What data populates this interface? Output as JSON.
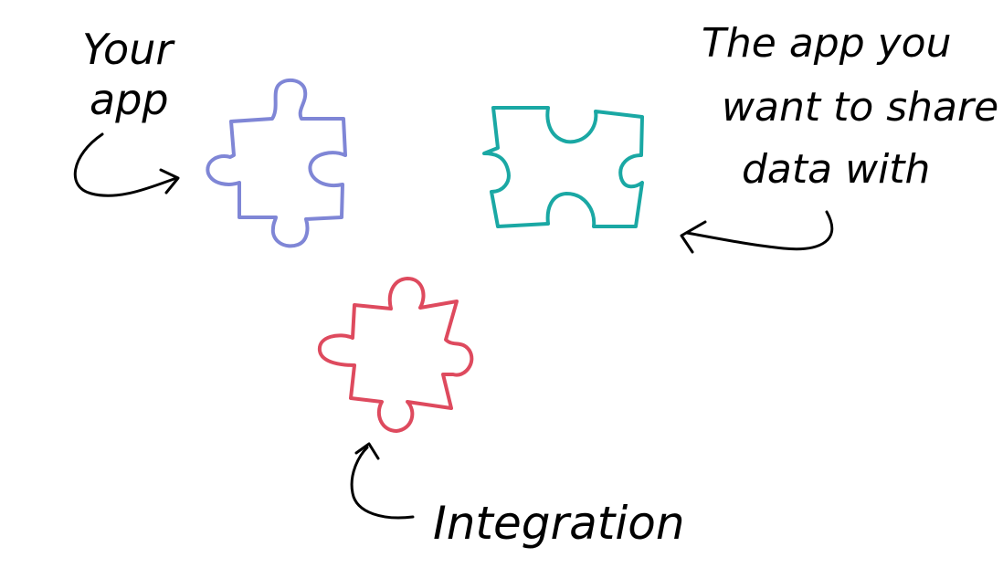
{
  "labels": {
    "your_app_line1": "Your",
    "your_app_line2": "app",
    "other_app_line1": "The app you",
    "other_app_line2": "want to share",
    "other_app_line3": "data with",
    "integration": "Integration"
  },
  "colors": {
    "your_app_piece": "#7f86d6",
    "other_app_piece": "#1aa8a4",
    "integration_piece": "#de4a5e",
    "ink": "#000000"
  },
  "icons": {
    "your_app_piece": "puzzle-piece-icon",
    "other_app_piece": "puzzle-piece-icon",
    "integration_piece": "puzzle-piece-icon",
    "arrow": "hand-drawn-arrow-icon"
  }
}
